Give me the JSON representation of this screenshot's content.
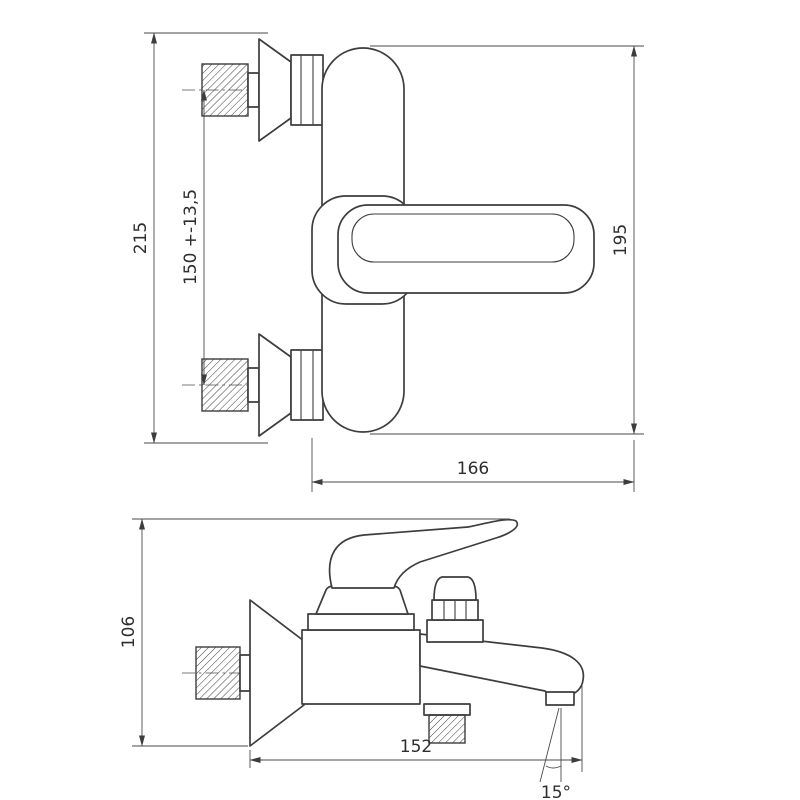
{
  "page": {
    "background": "#ffffff",
    "line_color": "#3d3d3d"
  },
  "drawing": {
    "type": "technical-drawing",
    "subject": "wall-mounted bath mixer faucet, front and side projection views",
    "dimensions": {
      "front_total_height": "215",
      "front_mount_spacing": "150 +-13,5",
      "front_body_height": "195",
      "front_overall_width": "166",
      "side_overall_height": "106",
      "side_overall_length": "152",
      "spout_angle": "15°"
    }
  }
}
